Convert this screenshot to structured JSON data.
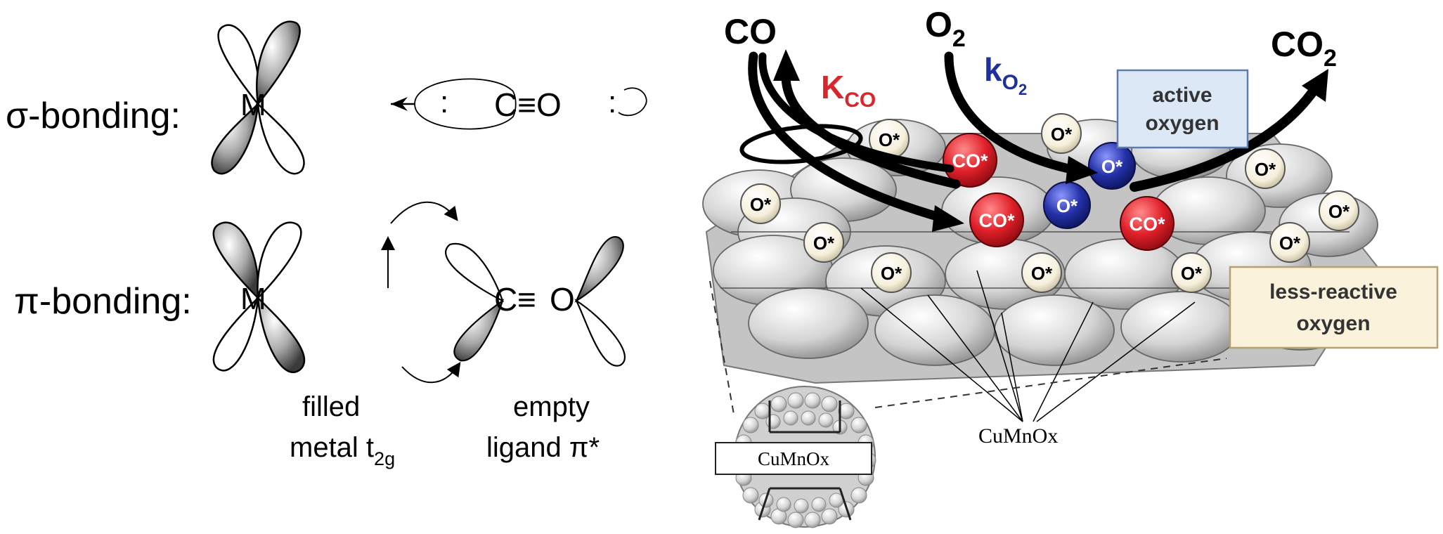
{
  "left_panel": {
    "sigma_label": "σ-bonding:",
    "pi_label": "π-bonding:",
    "metal_symbol": "M",
    "lone_pair": ":",
    "carbonyl": "C≡O",
    "carbonyl_c": "C",
    "carbonyl_triple": "≡",
    "carbonyl_o": "O",
    "filled_line1": "filled",
    "filled_line2": "metal t",
    "filled_sub": "2g",
    "empty_line1": "empty",
    "empty_line2": "ligand π*"
  },
  "right_panel": {
    "co_reactant": "CO",
    "o2_reactant": "O",
    "o2_sub": "2",
    "co2_product": "CO",
    "co2_sub": "2",
    "k_co": "K",
    "k_co_sub": "CO",
    "k_o2": "k",
    "k_o2_sub": "O2",
    "k_o2_sub_main": "O",
    "k_o2_sub_sub": "2",
    "active_oxygen_line1": "active",
    "active_oxygen_line2": "oxygen",
    "less_reactive_line1": "less-reactive",
    "less_reactive_line2": "oxygen",
    "o_star": "O*",
    "co_star": "CO*",
    "catalyst_label": "CuMnOx",
    "particle_label": "CuMnOx"
  },
  "colors": {
    "co_red": "#e0202a",
    "k_co_red": "#d8262c",
    "o_blue": "#2431a8",
    "k_o2_blue": "#1f2f9c",
    "o_star_fill": "#f6f0dc",
    "active_box": "#dce8f6",
    "less_box": "#fbf2dc"
  }
}
